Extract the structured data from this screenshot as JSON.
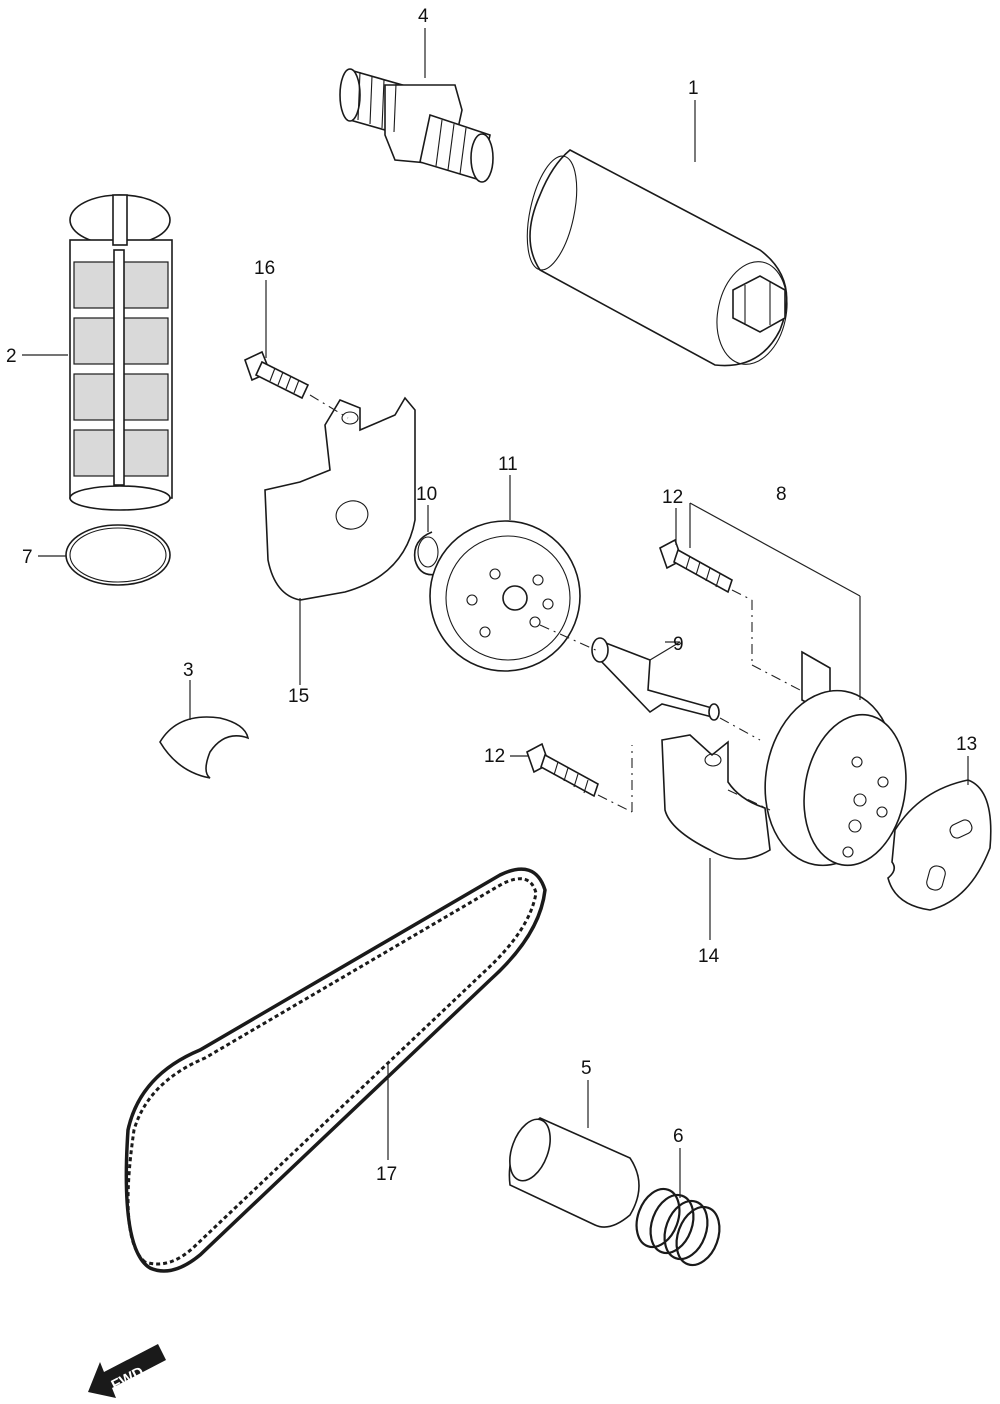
{
  "diagram": {
    "callouts": [
      {
        "id": "1",
        "text": "1"
      },
      {
        "id": "2",
        "text": "2"
      },
      {
        "id": "3",
        "text": "3"
      },
      {
        "id": "4",
        "text": "4"
      },
      {
        "id": "5",
        "text": "5"
      },
      {
        "id": "6",
        "text": "6"
      },
      {
        "id": "7",
        "text": "7"
      },
      {
        "id": "8",
        "text": "8"
      },
      {
        "id": "9",
        "text": "9"
      },
      {
        "id": "10",
        "text": "10"
      },
      {
        "id": "11",
        "text": "11"
      },
      {
        "id": "12a",
        "text": "12"
      },
      {
        "id": "12b",
        "text": "12"
      },
      {
        "id": "13",
        "text": "13"
      },
      {
        "id": "14",
        "text": "14"
      },
      {
        "id": "15",
        "text": "15"
      },
      {
        "id": "16",
        "text": "16"
      },
      {
        "id": "17",
        "text": "17"
      }
    ],
    "fwd_label": "FWD"
  }
}
